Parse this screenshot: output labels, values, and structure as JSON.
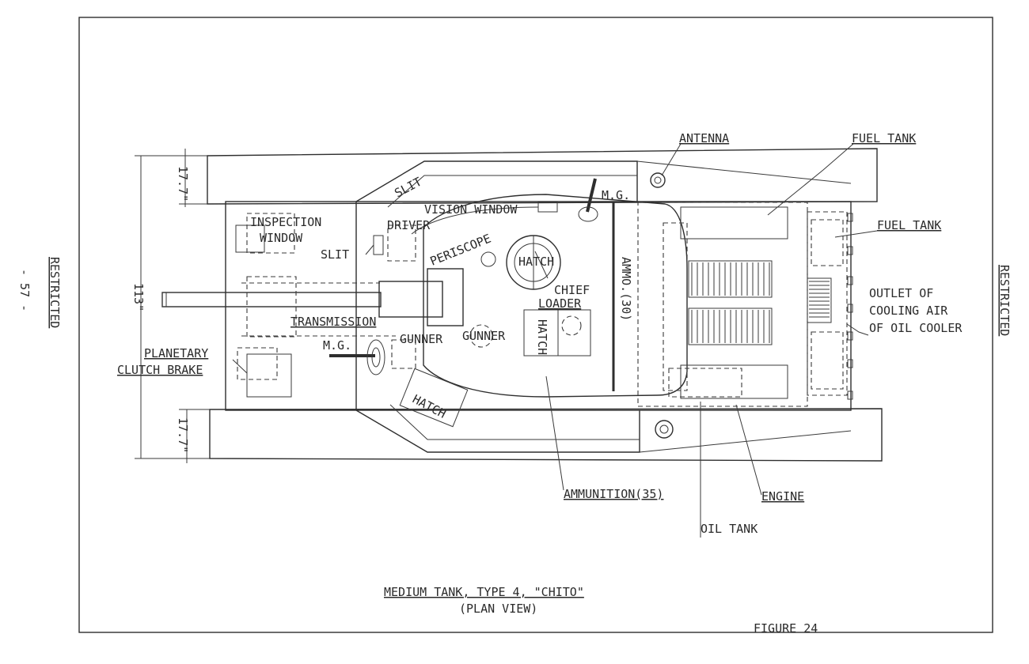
{
  "margin_left": "- 57 -",
  "restricted_left": "RESTRICTED",
  "restricted_right": "RESTRICTED",
  "dimensions": {
    "top": "17.7\"",
    "overall": "113\"",
    "bottom": "17.7\""
  },
  "labels": {
    "antenna": "ANTENNA",
    "fuel_tank_top": "FUEL TANK",
    "fuel_tank_right": "FUEL TANK",
    "outlet_1": "OUTLET OF",
    "outlet_2": "COOLING AIR",
    "outlet_3": "OF OIL COOLER",
    "mg_top": "M.G.",
    "slit_top": "SLIT",
    "vision_window": "VISION WINDOW",
    "inspection_1": "INSPECTION",
    "inspection_2": "WINDOW",
    "driver": "DRIVER",
    "slit_left": "SLIT",
    "periscope": "PERISCOPE",
    "hatch_turret": "HATCH",
    "ammo_30": "AMMO.(30)",
    "chief": "CHIEF",
    "loader": "LOADER",
    "hatch_side": "HATCH",
    "transmission": "TRANSMISSION",
    "gunner_1": "GUNNER",
    "gunner_2": "GUNNER",
    "mg_left": "M.G.",
    "planetary_1": "PLANETARY",
    "planetary_2": "CLUTCH BRAKE",
    "hatch_lower": "HATCH",
    "ammunition": "AMMUNITION(35)",
    "engine": "ENGINE",
    "oil_tank": "OIL TANK"
  },
  "caption": {
    "title": "MEDIUM TANK, TYPE 4, \"CHITO\"",
    "subtitle": "(PLAN VIEW)",
    "figure": "FIGURE 24"
  }
}
